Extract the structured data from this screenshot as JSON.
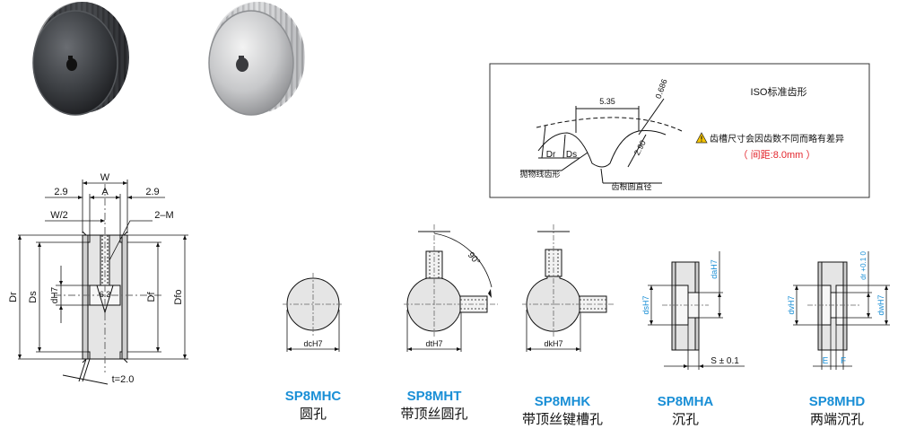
{
  "dimensions": {
    "W": "W",
    "A": "A",
    "left_flange_width": "2.9",
    "right_flange_width": "2.9",
    "half_width": "W/2",
    "set_screws": "2–M",
    "Dr": "Dr",
    "Ds": "Ds",
    "dH7": "dH7",
    "hole_depth": "6.3",
    "Df": "Df",
    "Dfo": "Dfo",
    "thickness": "t=2.0"
  },
  "tooth_detail": {
    "title": "ISO标准齿形",
    "pitch_dim": "5.35",
    "tip_dim": "0.686",
    "depth_dim": "2.90",
    "Dr": "Dr",
    "Ds": "Ds",
    "parabola_label": "抛物线齿形",
    "root_dia_label": "齿根圆直径",
    "warning": "齿槽尺寸会因齿数不同而略有差异",
    "pitch_note": "（ 间距:8.0mm ）"
  },
  "bore_types": [
    {
      "code": "SP8MHC",
      "name": "圆孔",
      "dim": "dcH7"
    },
    {
      "code": "SP8MHT",
      "name": "带顶丝圆孔",
      "dim": "dtH7",
      "angle": "90°"
    },
    {
      "code": "SP8MHK",
      "name": "带顶丝键槽孔",
      "dim": "dkH7"
    },
    {
      "code": "SP8MHA",
      "name": "沉孔",
      "dim_left": "dsH7",
      "dim_top": "daH7",
      "dim_bottom": "S ± 0.1"
    },
    {
      "code": "SP8MHD",
      "name": "两端沉孔",
      "dim_left": "dvH7",
      "dim_top": "dr +0.1 0",
      "dim_right": "dwH7",
      "E": "E",
      "F": "F"
    }
  ],
  "colors": {
    "accent": "#1a8fd6",
    "warning": "#e3262d",
    "line": "#111111"
  }
}
